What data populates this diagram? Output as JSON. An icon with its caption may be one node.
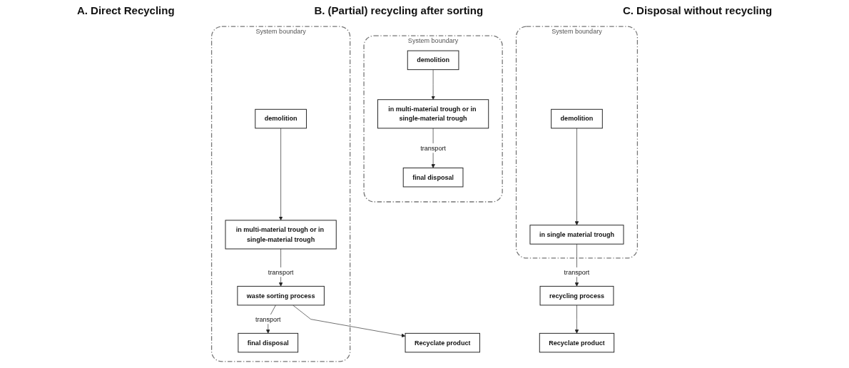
{
  "diagram": {
    "nodes": [
      {
        "text": [
          "System boundary"
        ]
      },
      {
        "text": [
          "demolition"
        ],
        "in": 0
      },
      {
        "text": [
          "in single material trough"
        ],
        "in": 0
      },
      {
        "text": [
          "recycling process"
        ]
      },
      {
        "text": [
          "Recyclate product"
        ]
      },
      {
        "text": [
          "System boundary"
        ]
      },
      {
        "text": [
          "demolition"
        ],
        "in": 5
      },
      {
        "text": [
          "in multi-material trough or in single-material trough"
        ],
        "in": 5
      },
      {
        "text": [
          "waste sorting process"
        ],
        "in": 5
      },
      {
        "text": [
          "final disposal"
        ],
        "in": 5
      },
      {
        "text": [
          "Recyclate product"
        ]
      },
      {
        "text": [
          "System boundary"
        ]
      },
      {
        "text": [
          "demolition"
        ],
        "in": 11
      },
      {
        "text": [
          "in multi-material trough or in single-material trough"
        ],
        "in": 11
      },
      {
        "text": [
          "final disposal"
        ],
        "in": 11
      }
    ],
    "edges": [
      {
        "from": 1,
        "to": 2,
        "arrow": "to"
      },
      {
        "from": 2,
        "to": 3,
        "arrow": "to",
        "label": "transport"
      },
      {
        "from": 3,
        "to": 4,
        "arrow": "to"
      },
      {
        "from": 6,
        "to": 7,
        "arrow": "to"
      },
      {
        "from": 7,
        "to": 8,
        "arrow": "to",
        "label": "transport"
      },
      {
        "from": 8,
        "to": 9,
        "arrow": "to",
        "label": "transport"
      },
      {
        "from": 8,
        "to": 10,
        "arrow": "to"
      },
      {
        "from": 12,
        "to": 13,
        "arrow": "to"
      },
      {
        "from": 13,
        "to": 14,
        "arrow": "to",
        "label": "transport"
      }
    ],
    "labels": [
      "A. Direct Recycling",
      "B. (Partial) recycling after sorting",
      "C. Disposal without recycling"
    ]
  }
}
